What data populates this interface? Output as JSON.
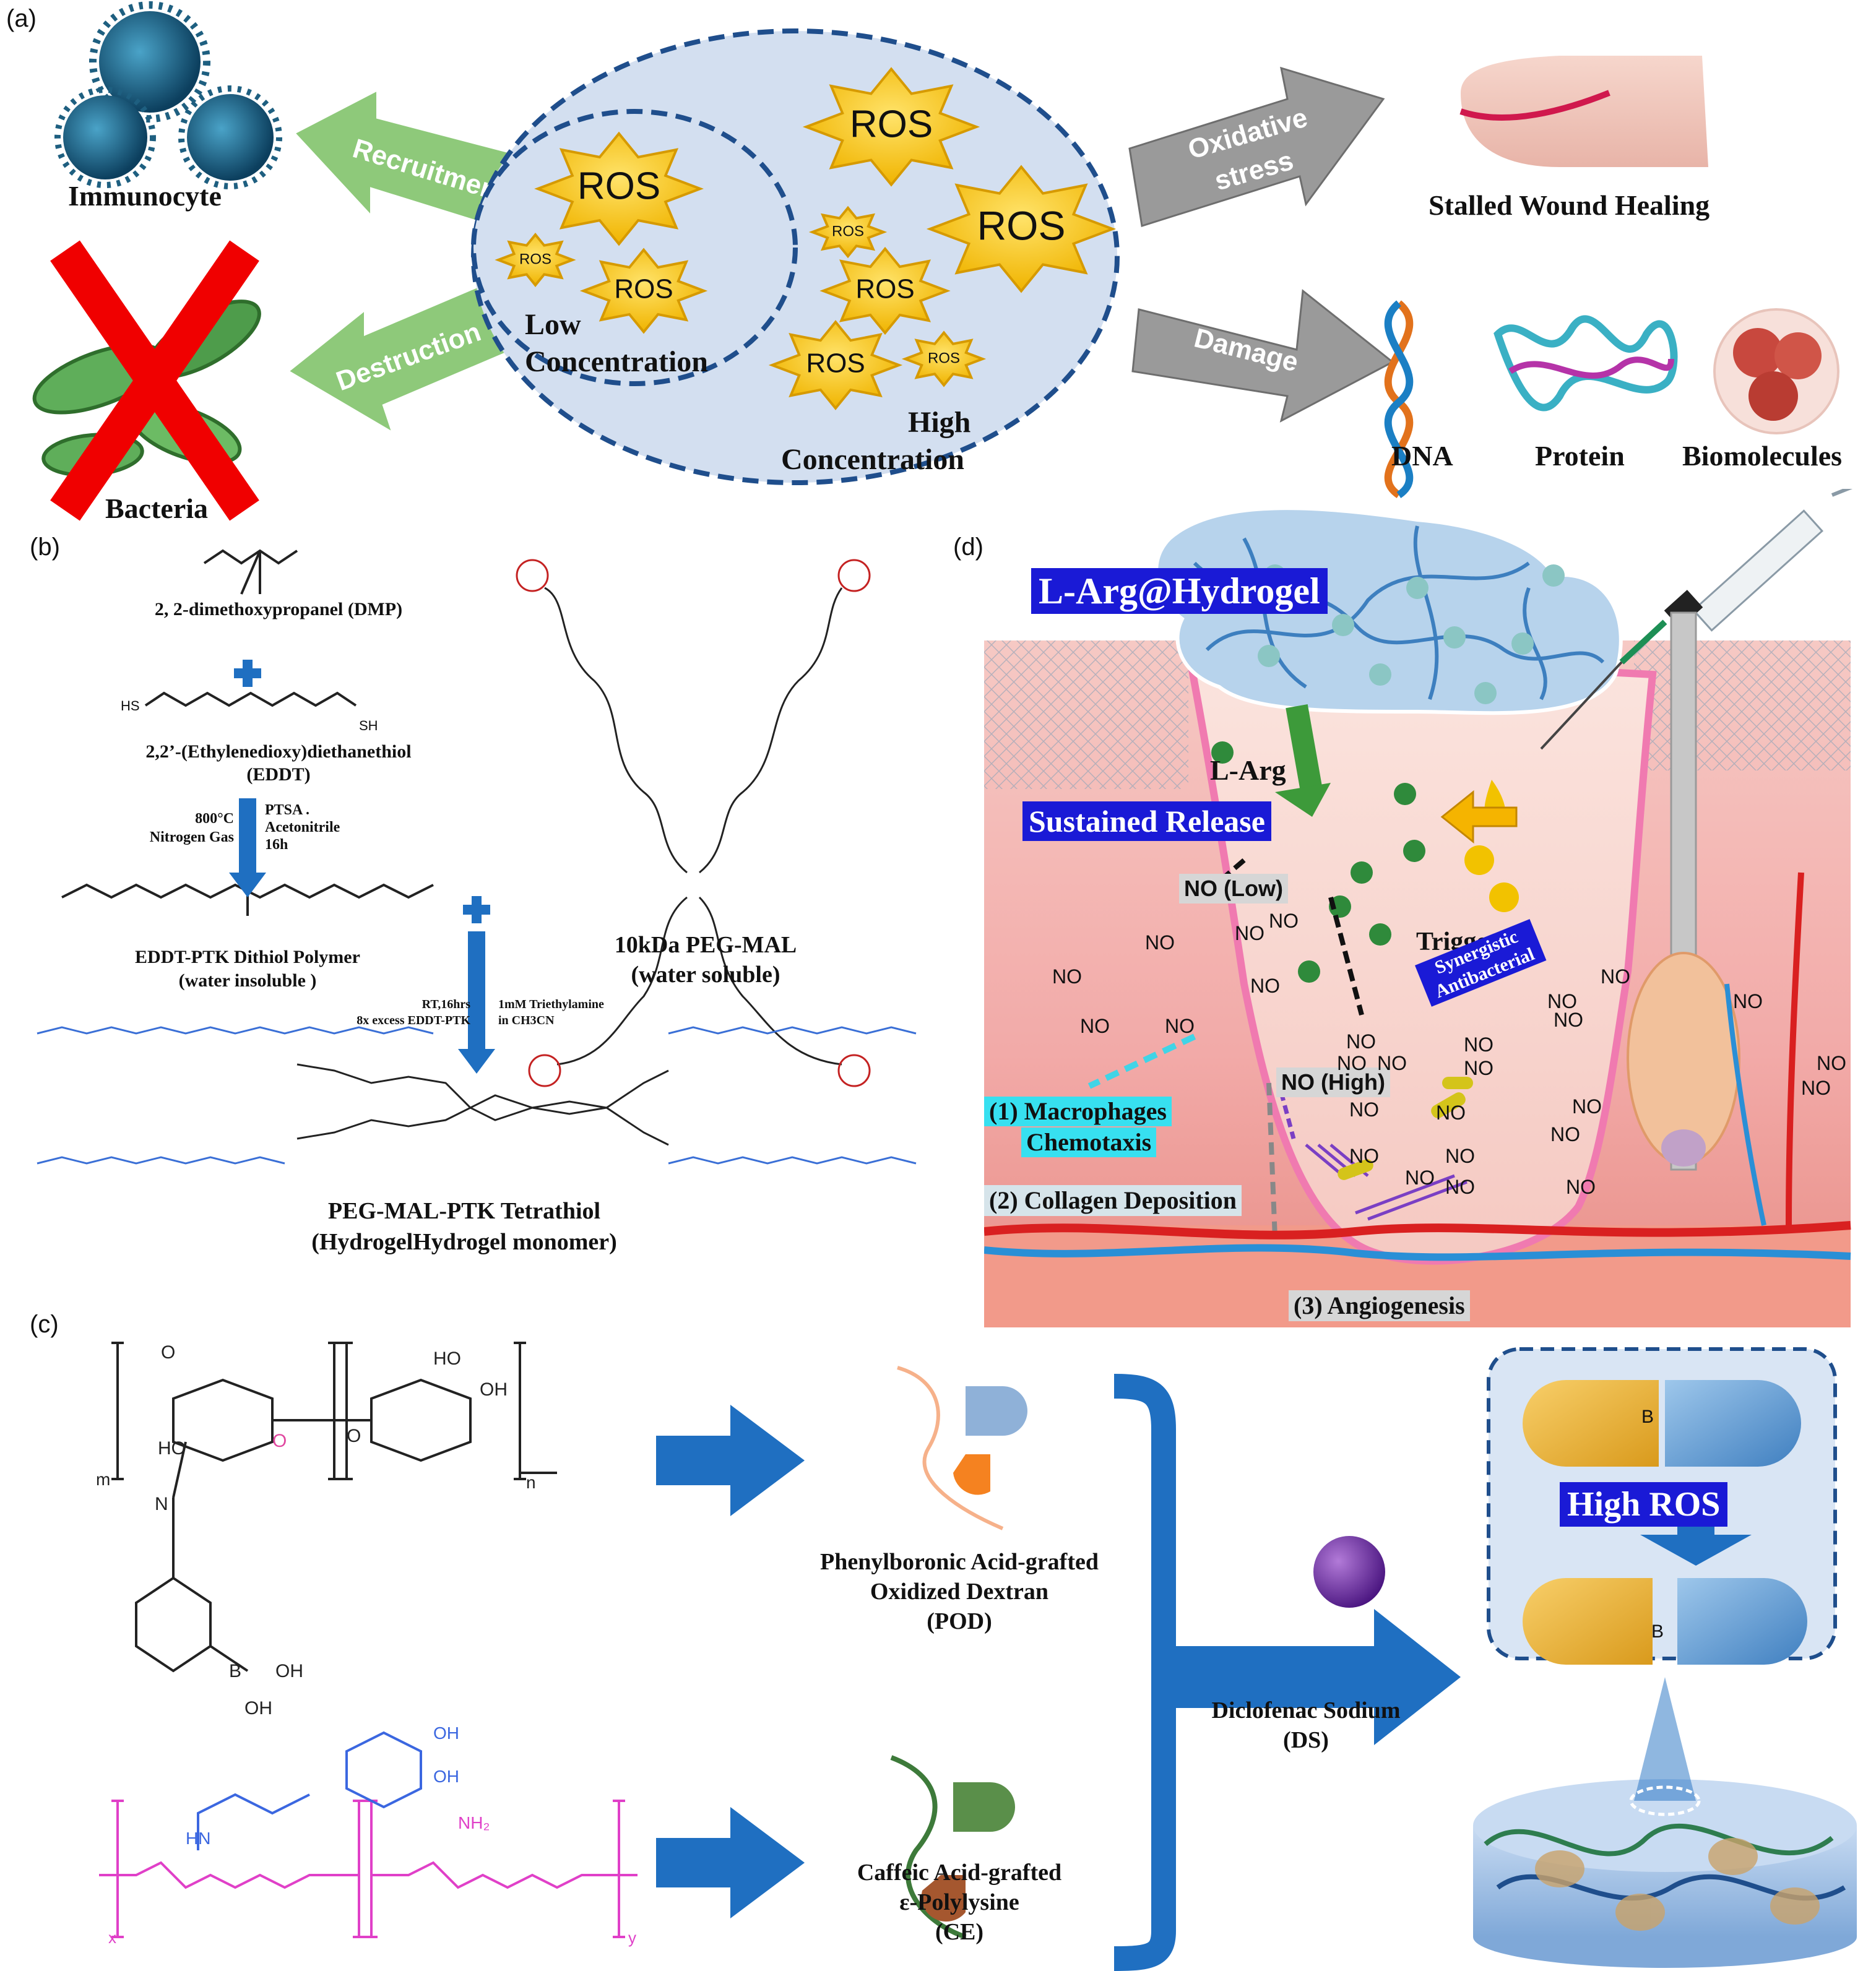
{
  "panels": {
    "a": "(a)",
    "b": "(b)",
    "c": "(c)",
    "d": "(d)"
  },
  "a": {
    "immunocyte": "Immunocyte",
    "bacteria": "Bacteria",
    "recruitment": "Recruitment",
    "destruction": "Destruction",
    "oxidative_stress": [
      "Oxidative",
      "stress"
    ],
    "damage": "Damage",
    "ros": "ROS",
    "low": [
      "Low",
      "Concentration"
    ],
    "high": [
      "High",
      "Concentration"
    ],
    "stalled": "Stalled Wound Healing",
    "dna": "DNA",
    "protein": "Protein",
    "biomolecules": "Biomolecules"
  },
  "b": {
    "dmp": "2, 2-dimethoxypropanel (DMP)",
    "eddt": [
      "2,2’-(Ethylenedioxy)diethanethiol",
      "(EDDT)"
    ],
    "cond1_left": [
      "800°C",
      "Nitrogen Gas"
    ],
    "cond1_right": [
      "PTSA .",
      "Acetonitrile",
      "16h"
    ],
    "polymer": [
      "EDDT-PTK Dithiol Polymer",
      "(water insoluble )"
    ],
    "pegmal": [
      "10kDa PEG-MAL",
      "(water soluble)"
    ],
    "cond2_left": [
      "RT,16hrs",
      "8x excess EDDT-PTK"
    ],
    "cond2_right": [
      "1mM Triethylamine",
      "in CH3CN"
    ],
    "tetrathiol": [
      "PEG-MAL-PTK Tetrathiol",
      "(HydrogelHydrogel monomer)"
    ],
    "sh": "SH",
    "hs": "HS"
  },
  "c": {
    "pod": [
      "Phenylboronic Acid-grafted",
      "Oxidized Dextran",
      "(POD)"
    ],
    "ce": [
      "Caffeic Acid-grafted",
      "ε-Polylysine",
      "(CE)"
    ],
    "ds": [
      "Diclofenac Sodium",
      "(DS)"
    ],
    "high_ros": "High ROS",
    "chem": {
      "ho": "HO",
      "oh": "OH",
      "o": "O",
      "n": "N",
      "b": "B",
      "m": "m",
      "n_sub": "n",
      "x": "x",
      "y": "y",
      "hn": "HN",
      "nh": "NH",
      "h": "H",
      "nh2": "NH₂"
    }
  },
  "d": {
    "title": "L-Arg@Hydrogel",
    "larg": "L-Arg",
    "sustained": "Sustained Release",
    "no_low": "NO (Low)",
    "no_high": "NO (High)",
    "trigger": "Trigger",
    "synergistic": [
      "Synergistic",
      "Antibacterial"
    ],
    "macrophages": [
      "(1) Macrophages",
      "Chemotaxis"
    ],
    "collagen": "(2) Collagen Deposition",
    "angiogenesis": "(3) Angiogenesis",
    "no": "NO"
  }
}
